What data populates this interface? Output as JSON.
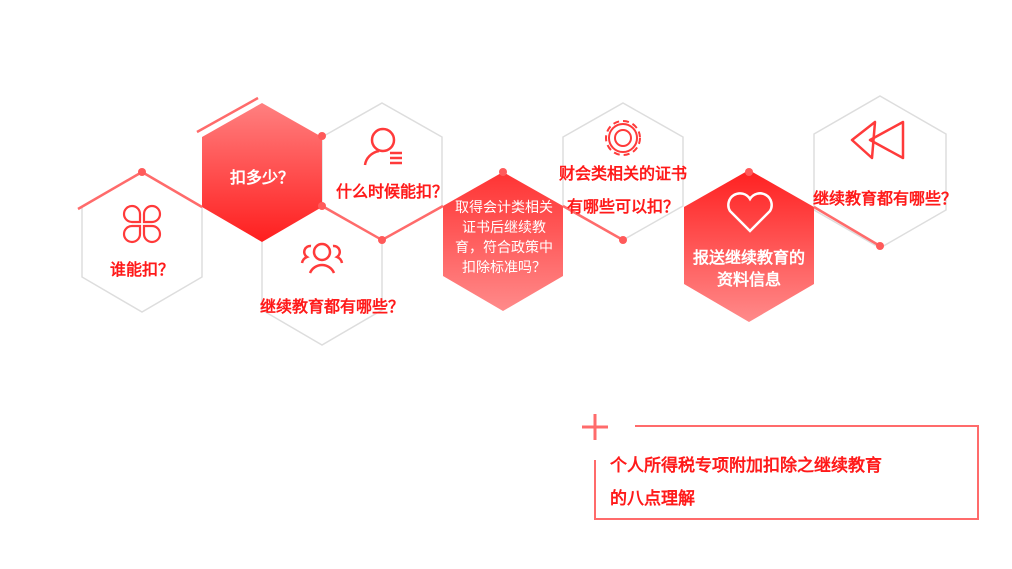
{
  "colors": {
    "accent": "#ff2a2a",
    "light_accent": "#ff7a7a",
    "outline": "#dddddd"
  },
  "hexagons": [
    {
      "label": "谁能扣？",
      "icon": "clover-icon",
      "style": "outline"
    },
    {
      "label": "扣多少？",
      "style": "filled"
    },
    {
      "label": "什么时候能扣？",
      "icon": "user-list-icon",
      "style": "outline"
    },
    {
      "label": "继续教育都有哪些？",
      "icon": "users-icon",
      "style": "outline"
    },
    {
      "label": "取得会计类相关证书后继续教育，符合政策中扣除标准吗？",
      "style": "filled-light"
    },
    {
      "label_line1": "财会类相关的证书",
      "label_line2": "有哪些可以扣？",
      "icon": "gear-icon",
      "style": "outline"
    },
    {
      "label_line1": "报送继续教育的",
      "label_line2": "资料信息",
      "icon": "heart-icon",
      "style": "filled"
    },
    {
      "label": "继续教育都有哪些？",
      "icon": "rewind-icon",
      "style": "outline"
    }
  ],
  "title_box": {
    "line1": "个人所得税专项附加扣除之继续教育",
    "line2": "的八点理解"
  }
}
